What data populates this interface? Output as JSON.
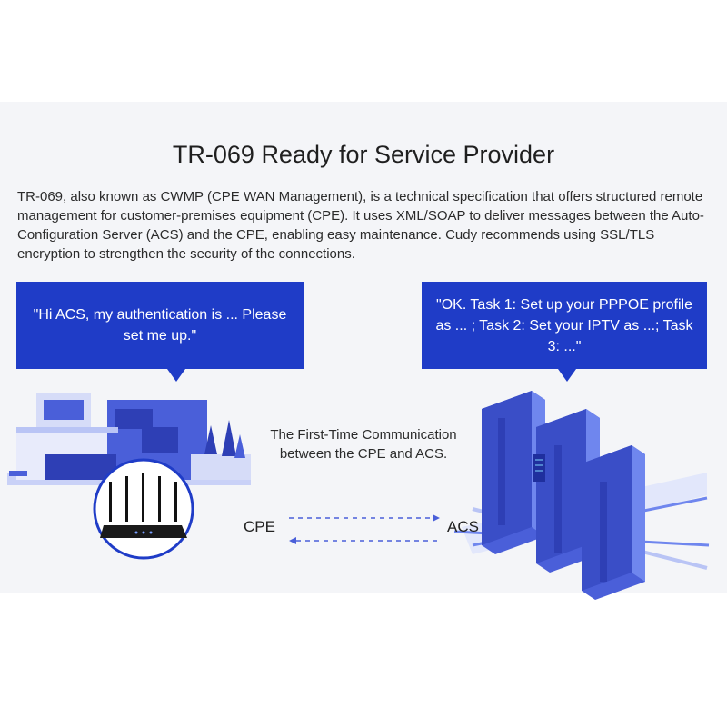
{
  "title": "TR-069 Ready for Service Provider",
  "description": "TR-069, also known as CWMP (CPE WAN Management), is a technical specification that offers structured remote management for customer-premises equipment (CPE). It uses XML/SOAP to deliver messages between the Auto-Configuration Server (ACS) and the CPE, enabling easy maintenance. Cudy recommends using SSL/TLS encryption to strengthen the security of the connections.",
  "bubbles": {
    "cpe_message": "\"Hi ACS, my authentication is ... Please set me up.\"",
    "acs_message": "\"OK. Task 1: Set up your PPPOE profile as ... ; Task 2: Set your IPTV as ...; Task 3: ...\""
  },
  "caption": "The First-Time Communication between the CPE and ACS.",
  "labels": {
    "cpe": "CPE",
    "acs": "ACS"
  },
  "colors": {
    "accent_blue": "#1f3cc7",
    "illustration_blue": "#4a5fd9",
    "light_blue": "#b9c4f5",
    "band_gray": "#f4f5f8"
  },
  "icons": {
    "house": "house-illustration",
    "router": "router-icon",
    "servers": "server-rack-illustration"
  }
}
